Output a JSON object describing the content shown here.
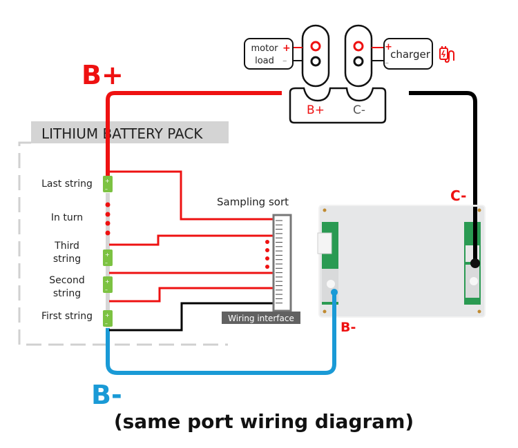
{
  "labels": {
    "b_plus_big": "B+",
    "b_minus_big": "B-",
    "caption": "(same port wiring diagram)",
    "pack_title": "LITHIUM BATTERY PACK",
    "sampling_sort": "Sampling sort",
    "wiring_interface": "Wiring interface",
    "c_minus_board": "C-",
    "b_minus_board": "B-"
  },
  "connector": {
    "b_plus": "B+",
    "c_minus": "C-"
  },
  "motor_load": {
    "line1": "motor",
    "line2": "load",
    "plus": "+",
    "minus": "–"
  },
  "charger": {
    "label": "charger",
    "plus": "+",
    "minus": "–",
    "icon": "charger-plug-icon"
  },
  "cells": [
    {
      "label_lines": [
        "Last string"
      ]
    },
    {
      "label_lines": [
        "In turn"
      ]
    },
    {
      "label_lines": [
        "Third",
        "string"
      ]
    },
    {
      "label_lines": [
        "Second",
        "string"
      ]
    },
    {
      "label_lines": [
        "First string"
      ]
    }
  ],
  "cell_terminals": {
    "plus": "+",
    "minus": "–"
  },
  "colors": {
    "positive": "#ee1111",
    "negative_charge": "#000000",
    "negative_battery": "#1a9ad6",
    "cell_green": "#7cc242",
    "pack_header_bg": "#d4d4d4",
    "interface_label_bg": "#616161"
  }
}
